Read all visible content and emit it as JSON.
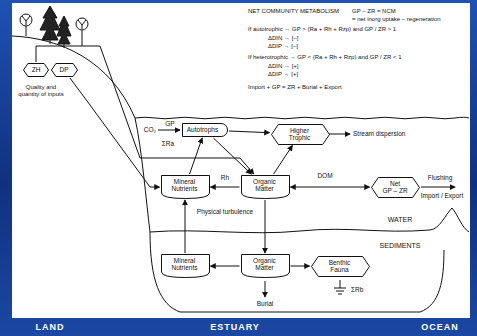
{
  "diagram": {
    "nodes": [
      {
        "text": [
          "ZH"
        ]
      },
      {
        "text": [
          "DP"
        ]
      },
      {
        "text": [
          "Autotrophs"
        ]
      },
      {
        "text": [
          "Higher Trophic"
        ]
      },
      {
        "text": [
          "Mineral Nutrients"
        ]
      },
      {
        "text": [
          "Organic Matter"
        ]
      },
      {
        "text": [
          "Net",
          "GP – ZR"
        ]
      },
      {
        "text": [
          "Mineral Nutrients"
        ]
      },
      {
        "text": [
          "Organic Matter"
        ]
      },
      {
        "text": [
          "Benthic Fauna"
        ]
      }
    ],
    "edges": [
      {
        "from": 1,
        "to": 4,
        "arrow": "to"
      },
      {
        "from": 0,
        "to": 5,
        "arrow": "to"
      },
      {
        "from": 4,
        "to": 2,
        "arrow": "to"
      },
      {
        "from": 2,
        "to": 5,
        "arrow": "to"
      },
      {
        "from": 2,
        "to": 3,
        "arrow": "to"
      },
      {
        "from": 5,
        "to": 3,
        "arrow": "to"
      },
      {
        "from": 5,
        "to": 4,
        "arrow": "to"
      },
      {
        "from": 5,
        "to": 6,
        "arrow": "both"
      },
      {
        "from": 5,
        "to": 8,
        "arrow": "to"
      },
      {
        "from": 7,
        "to": 4,
        "arrow": "to"
      },
      {
        "from": 8,
        "to": 7,
        "arrow": "to"
      },
      {
        "from": 8,
        "to": 9,
        "arrow": "to"
      }
    ],
    "labels": [
      "NET COMMUNITY METABOLISM",
      "GP – ZR = NCM",
      "= net inorg uptake – regeneration",
      "If autotrophic → GP > (Ra + Rh + Rzp) and GP / ZR > 1",
      "ΔDIN → [–]",
      "ΔDIP → [–]",
      "If heterotrophic → GP < (Ra + Rh + Rzp) and GP / ZR < 1",
      "ΔDIN → [+]",
      "ΔDIP → [+]",
      "Import + GP = ZR + Burial + Export",
      "Quality and quantity of inputs",
      "CO₂",
      "GP",
      "ΣRa",
      "Stream dispersion",
      "Rh",
      "DOM",
      "Physical turbulence",
      "Flushing",
      "Import / Export",
      "WATER",
      "SEDIMENTS",
      "Burial",
      "ΣRb",
      "LAND",
      "ESTUARY",
      "OCEAN"
    ]
  }
}
